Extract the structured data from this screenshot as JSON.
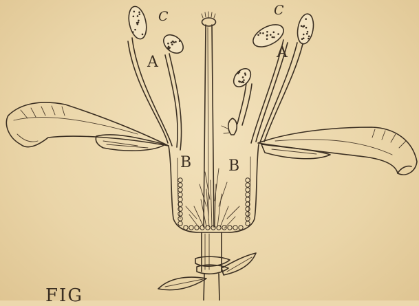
{
  "labels": {
    "a": "A",
    "b": "B",
    "c": "C"
  },
  "figure_number": "FIG"
}
